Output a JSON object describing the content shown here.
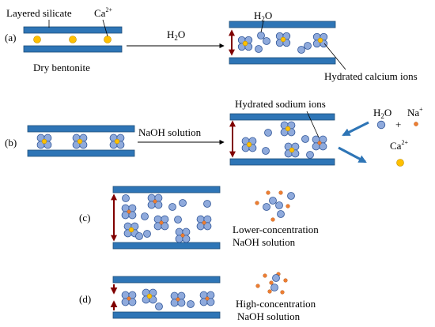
{
  "colors": {
    "silicate_layer": "#2E75B6",
    "silicate_edge": "#1F4E79",
    "water": "#8FAADC",
    "water_edge": "#2F5597",
    "calcium": "#FFC000",
    "calcium_edge": "#C09000",
    "sodium": "#ED7D31",
    "spacing_arrow": "#800000",
    "flow_arrow": "#2E75B6"
  },
  "panel_a": {
    "tag": "(a)",
    "layer_label": "Layered silicate",
    "ion_base": "Ca",
    "ion_charge": "2+",
    "bentonite_label": "Dry bentonite",
    "process_base": "H",
    "process_sub": "2",
    "process_tail": "O",
    "water_base": "H",
    "water_sub": "2",
    "water_tail": "O",
    "hydrated_label": "Hydrated calcium ions"
  },
  "panel_b": {
    "tag": "(b)",
    "process_label": "NaOH solution",
    "hydrated_label": "Hydrated sodium ions",
    "water_base": "H",
    "water_sub": "2",
    "water_tail": "O",
    "plus": "+",
    "sodium_base": "Na",
    "sodium_charge": "+",
    "calcium_base": "Ca",
    "calcium_charge": "2+"
  },
  "panel_c": {
    "tag": "(c)",
    "label_line1": "Lower-concentration",
    "label_line2": "NaOH solution"
  },
  "panel_d": {
    "tag": "(d)",
    "label_line1": "High-concentration",
    "label_line2": "NaOH solution"
  }
}
